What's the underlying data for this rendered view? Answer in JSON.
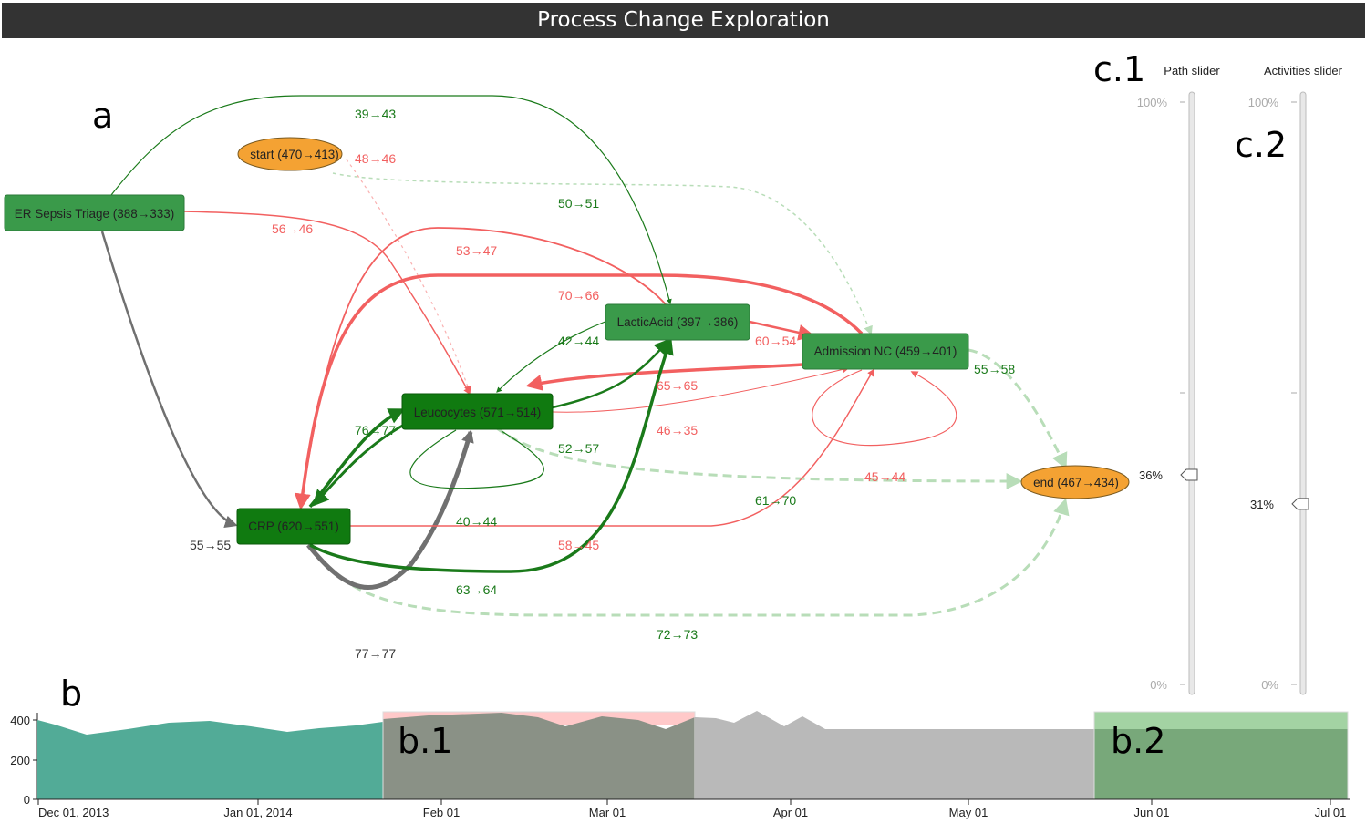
{
  "title": "Process Change Exploration",
  "panel_labels": {
    "a": "a",
    "b": "b",
    "b1": "b.1",
    "b2": "b.2",
    "c1": "c.1",
    "c2": "c.2"
  },
  "colors": {
    "increase": "#1a7a1a",
    "decrease": "#f26060",
    "neutral": "#707070",
    "event_node": "#f4a233",
    "activity_node": "#3a9a4a",
    "activity_node_dark": "#107a10"
  },
  "nodes": {
    "er_sepsis": "ER Sepsis Triage (388→333)",
    "start": "start (470→413)",
    "lactic": "LacticAcid (397→386)",
    "admission": "Admission NC (459→401)",
    "leucocytes": "Leucocytes (571→514)",
    "crp": "CRP (620→551)",
    "end": "end (467→434)"
  },
  "edge_labels": {
    "e39_43": "39→43",
    "e48_46": "48→46",
    "e50_51": "50→51",
    "e56_46": "56→46",
    "e53_47": "53→47",
    "e70_66": "70→66",
    "e42_44": "42→44",
    "e60_54": "60→54",
    "e55_58": "55→58",
    "e65_65": "65→65",
    "e76_77": "76→77",
    "e46_35": "46→35",
    "e52_57": "52→57",
    "e45_44": "45→44",
    "e61_70": "61→70",
    "e40_44": "40→44",
    "e55_55": "55→55",
    "e58_45": "58→45",
    "e63_64": "63→64",
    "e72_73": "72→73",
    "e77_77": "77→77"
  },
  "path_slider": {
    "title": "Path slider",
    "max_label": "100%",
    "min_label": "0%",
    "value_label": "36%",
    "value": 0.36
  },
  "activities_slider": {
    "title": "Activities slider",
    "max_label": "100%",
    "min_label": "0%",
    "value_label": "31%",
    "value": 0.31
  },
  "timeline": {
    "y_ticks": [
      "400",
      "200",
      "0"
    ],
    "x_ticks": [
      "Dec 01, 2013",
      "Jan 01, 2014",
      "Feb 01",
      "Mar 01",
      "Apr 01",
      "May 01",
      "Jun 01",
      "Jul 01"
    ]
  }
}
